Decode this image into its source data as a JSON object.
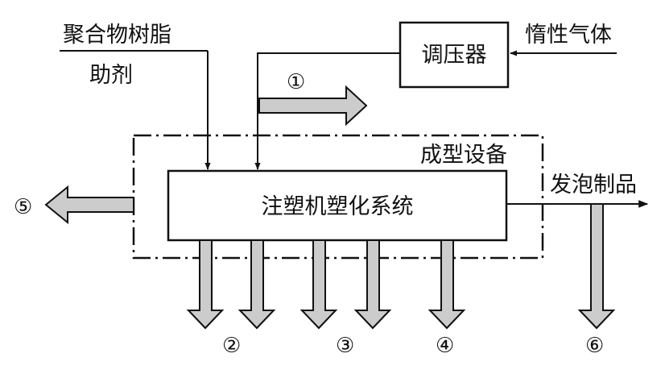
{
  "inputs": {
    "resin": "聚合物树脂",
    "additive": "助剂",
    "inert_gas": "惰性气体"
  },
  "nodes": {
    "regulator": "调压器",
    "plasticizing_system": "注塑机塑化系统",
    "equipment_boundary": "成型设备"
  },
  "outputs": {
    "product": "发泡制品"
  },
  "markers": {
    "m1": "①",
    "m2": "②",
    "m3": "③",
    "m4": "④",
    "m5": "⑤",
    "m6": "⑥"
  },
  "colors": {
    "line": "#111111",
    "block_arrow_fill": "#cccccc"
  }
}
